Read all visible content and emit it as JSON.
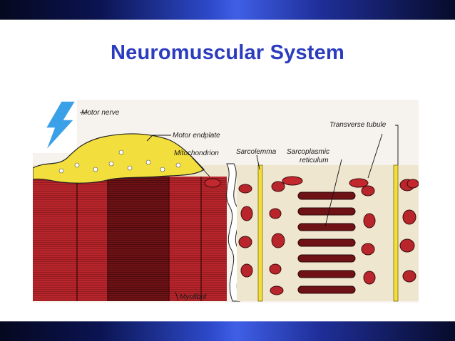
{
  "slide": {
    "title": "Neuromuscular System"
  },
  "diagram": {
    "labels": {
      "motor_nerve": "Motor nerve",
      "motor_endplate": "Motor endplate",
      "mitochondrion": "Mitochondrion",
      "sarcolemma": "Sarcolemma",
      "sarcoplasmic_line1": "Sarcoplasmic",
      "sarcoplasmic_line2": "reticulum",
      "transverse_tubule": "Transverse tubule",
      "myofibril": "Myofibril"
    },
    "colors": {
      "muscle_red": "#b8262c",
      "muscle_dark": "#6e1216",
      "nerve_yellow": "#f2de3c",
      "lightning_blue": "#3aa0e8",
      "membrane": "#efe6cf"
    },
    "icons": {
      "lightning": "lightning-bolt-icon"
    }
  }
}
